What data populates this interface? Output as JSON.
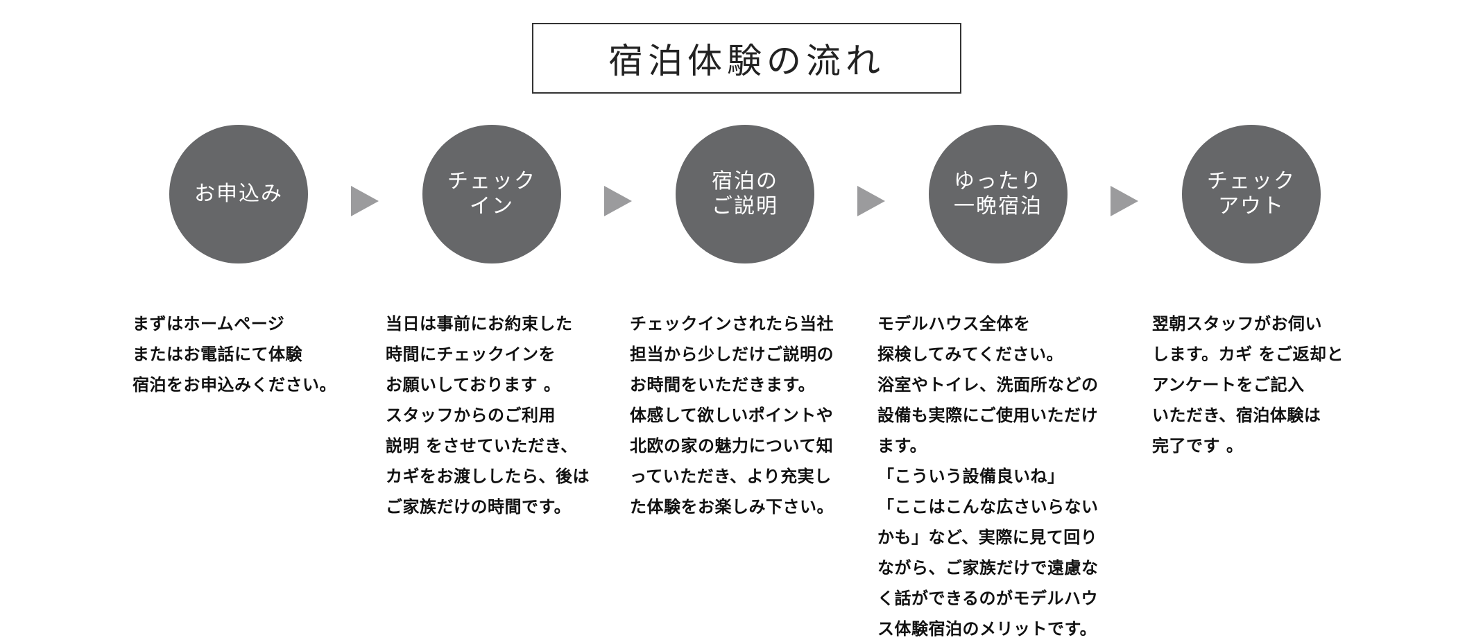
{
  "title": "宿泊体験の流れ",
  "steps": [
    {
      "label": "お申込み",
      "description": "まずはホームページ\nまたはお電話にて体験\n宿泊をお申込みください。"
    },
    {
      "label": "チェック\nイン",
      "description": "当日は事前にお約束した\n時間にチェックインを\nお願いしております 。\nスタッフからのご利用\n説明 をさせていただき、\nカギをお渡ししたら、後は\nご家族だけの時間です。"
    },
    {
      "label": "宿泊の\nご説明",
      "description": "チェックインされたら当社\n担当から少しだけご説明の\nお時間をいただきます。\n体感して欲しいポイントや\n北欧の家の魅力について知\nっていただき、より充実し\nた体験をお楽しみ下さい。"
    },
    {
      "label": "ゆったり\n一晩宿泊",
      "description": "モデルハウス全体を\n探検してみてください。\n浴室やトイレ、洗面所などの\n設備も実際にご使用いただけ\nます。\n「こういう設備良いね」\n「ここはこんな広さいらない\nかも」など、実際に見て回り\nながら、ご家族だけで遠慮な\nく話ができるのがモデルハウ\nス体験宿泊のメリットです。"
    },
    {
      "label": "チェック\nアウト",
      "description": "翌朝スタッフがお伺い\nします。カギ をご返却と\nアンケートをご記入\nいただき、宿泊体験は\n完了です 。"
    }
  ],
  "colors": {
    "circle": "#666769",
    "arrow": "#9b9b9d",
    "border": "#333333"
  },
  "icons": [
    "arrow-right-triangle-icon"
  ]
}
